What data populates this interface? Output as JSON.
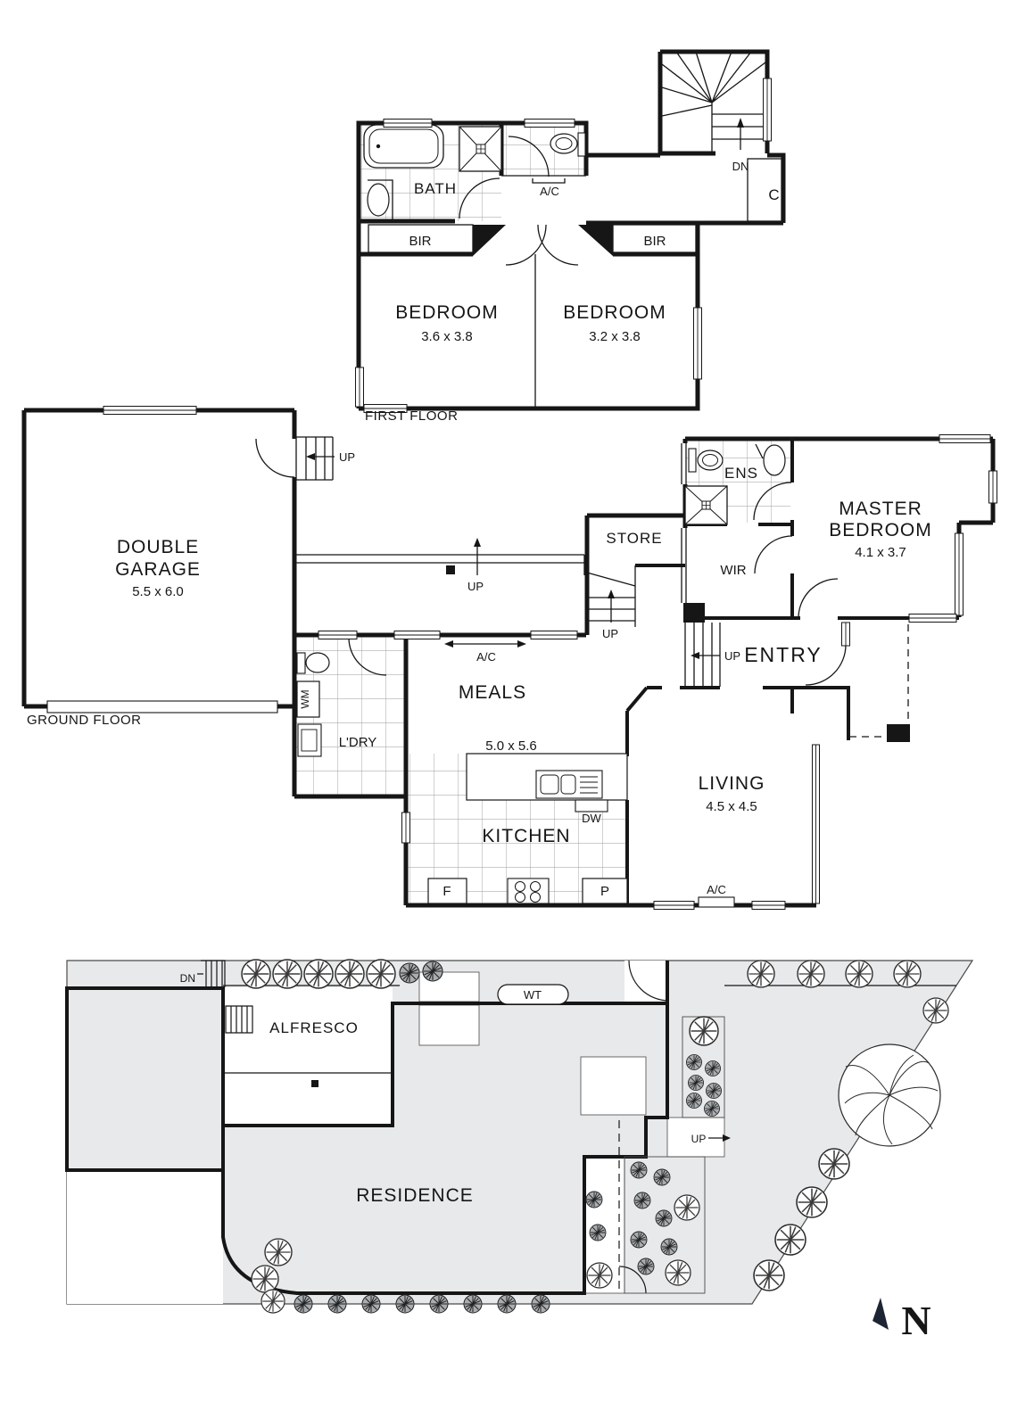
{
  "colors": {
    "line": "#161616",
    "site_fill": "#e7e9ea",
    "compass": "#1d2433"
  },
  "first_floor": {
    "section": "FIRST FLOOR",
    "bath": "BATH",
    "ac": "A/C",
    "dn": "DN",
    "cupboard": "C",
    "bir_left": "BIR",
    "bir_right": "BIR",
    "bedroom1": {
      "name": "BEDROOM",
      "dims": "3.6 x 3.8"
    },
    "bedroom2": {
      "name": "BEDROOM",
      "dims": "3.2 x 3.8"
    }
  },
  "ground_floor": {
    "section": "GROUND FLOOR",
    "garage": {
      "line1": "DOUBLE",
      "line2": "GARAGE",
      "dims": "5.5 x 6.0"
    },
    "up_garage": "UP",
    "up_hall": "UP",
    "up_store": "UP",
    "up_entry": "UP",
    "store": "STORE",
    "ens": "ENS",
    "wir": "WIR",
    "master": {
      "line1": "MASTER",
      "line2": "BEDROOM",
      "dims": "4.1 x 3.7"
    },
    "entry": "ENTRY",
    "meals": {
      "name": "MEALS",
      "dims": "5.0 x 5.6"
    },
    "ac_meals": "A/C",
    "ac_living": "A/C",
    "wm": "WM",
    "laundry": "L'DRY",
    "kitchen": "KITCHEN",
    "dw": "DW",
    "fridge": "F",
    "pantry": "P",
    "living": {
      "name": "LIVING",
      "dims": "4.5 x 4.5"
    }
  },
  "site_plan": {
    "dn": "DN",
    "alfresco": "ALFRESCO",
    "water_tank": "WT",
    "residence": "RESIDENCE",
    "up": "UP"
  },
  "compass": {
    "letter": "N"
  }
}
